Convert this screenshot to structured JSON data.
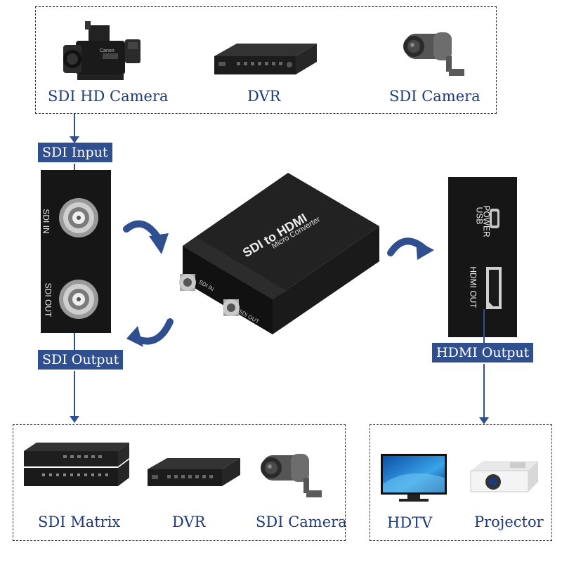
{
  "top_sources": {
    "items": [
      {
        "label": "SDI HD Camera",
        "icon": "camcorder-icon"
      },
      {
        "label": "DVR",
        "icon": "dvr-icon"
      },
      {
        "label": "SDI Camera",
        "icon": "security-camera-icon"
      }
    ]
  },
  "tags": {
    "sdi_input": "SDI Input",
    "sdi_output": "SDI Output",
    "hdmi_output": "HDMI Output"
  },
  "left_panel": {
    "sdi_in": "SDI IN",
    "sdi_out": "SDI OUT"
  },
  "device": {
    "line1": "SDI to HDMI",
    "line2": "Micro Converter",
    "port_in": "SDI IN",
    "port_out": "SDI OUT"
  },
  "right_panel": {
    "usb_line1": "USB",
    "usb_line2": "POWER",
    "hdmi_out": "HDMI OUT"
  },
  "bottom_sdi": {
    "items": [
      {
        "label": "SDI Matrix",
        "icon": "sdi-matrix-icon"
      },
      {
        "label": "DVR",
        "icon": "dvr-icon"
      },
      {
        "label": "SDI Camera",
        "icon": "security-camera-icon"
      }
    ]
  },
  "bottom_hdmi": {
    "items": [
      {
        "label": "HDTV",
        "icon": "hdtv-icon"
      },
      {
        "label": "Projector",
        "icon": "projector-icon"
      }
    ]
  },
  "colors": {
    "accent": "#2f4f8f",
    "label_text": "#1d3a78",
    "device_body": "#161616"
  }
}
